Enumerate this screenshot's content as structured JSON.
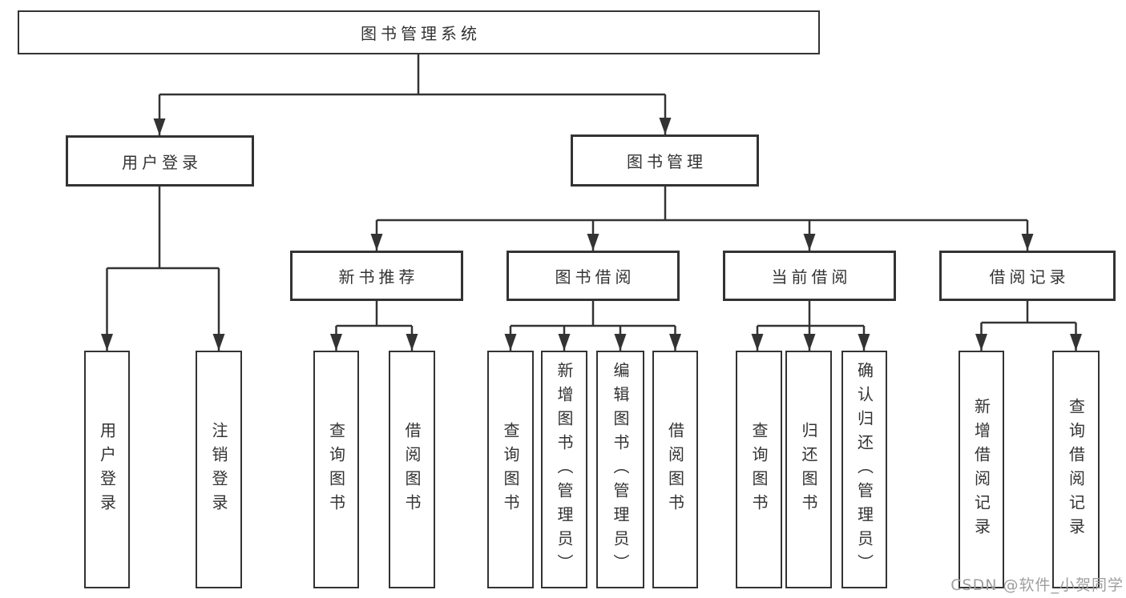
{
  "diagram": {
    "type": "tree",
    "tree": {
      "label": "图书管理系统",
      "children": [
        {
          "label": "用户登录",
          "children": [
            {
              "label": "用户登录"
            },
            {
              "label": "注销登录"
            }
          ]
        },
        {
          "label": "图书管理",
          "children": [
            {
              "label": "新书推荐",
              "children": [
                {
                  "label": "查询图书"
                },
                {
                  "label": "借阅图书"
                }
              ]
            },
            {
              "label": "图书借阅",
              "children": [
                {
                  "label": "查询图书"
                },
                {
                  "label": "新增图书（管理员）"
                },
                {
                  "label": "编辑图书（管理员）"
                },
                {
                  "label": "借阅图书"
                }
              ]
            },
            {
              "label": "当前借阅",
              "children": [
                {
                  "label": "查询图书"
                },
                {
                  "label": "归还图书"
                },
                {
                  "label": "确认归还（管理员）"
                }
              ]
            },
            {
              "label": "借阅记录",
              "children": [
                {
                  "label": "新增借阅记录"
                },
                {
                  "label": "查询借阅记录"
                }
              ]
            }
          ]
        }
      ]
    },
    "colors": {
      "line": "#333333",
      "box_border": "#333333",
      "box_background": "#ffffff",
      "text": "#333333",
      "watermark": "#9e9e9e",
      "background": "#ffffff"
    }
  },
  "watermark": {
    "text": "CSDN @软件_小贺同学"
  }
}
